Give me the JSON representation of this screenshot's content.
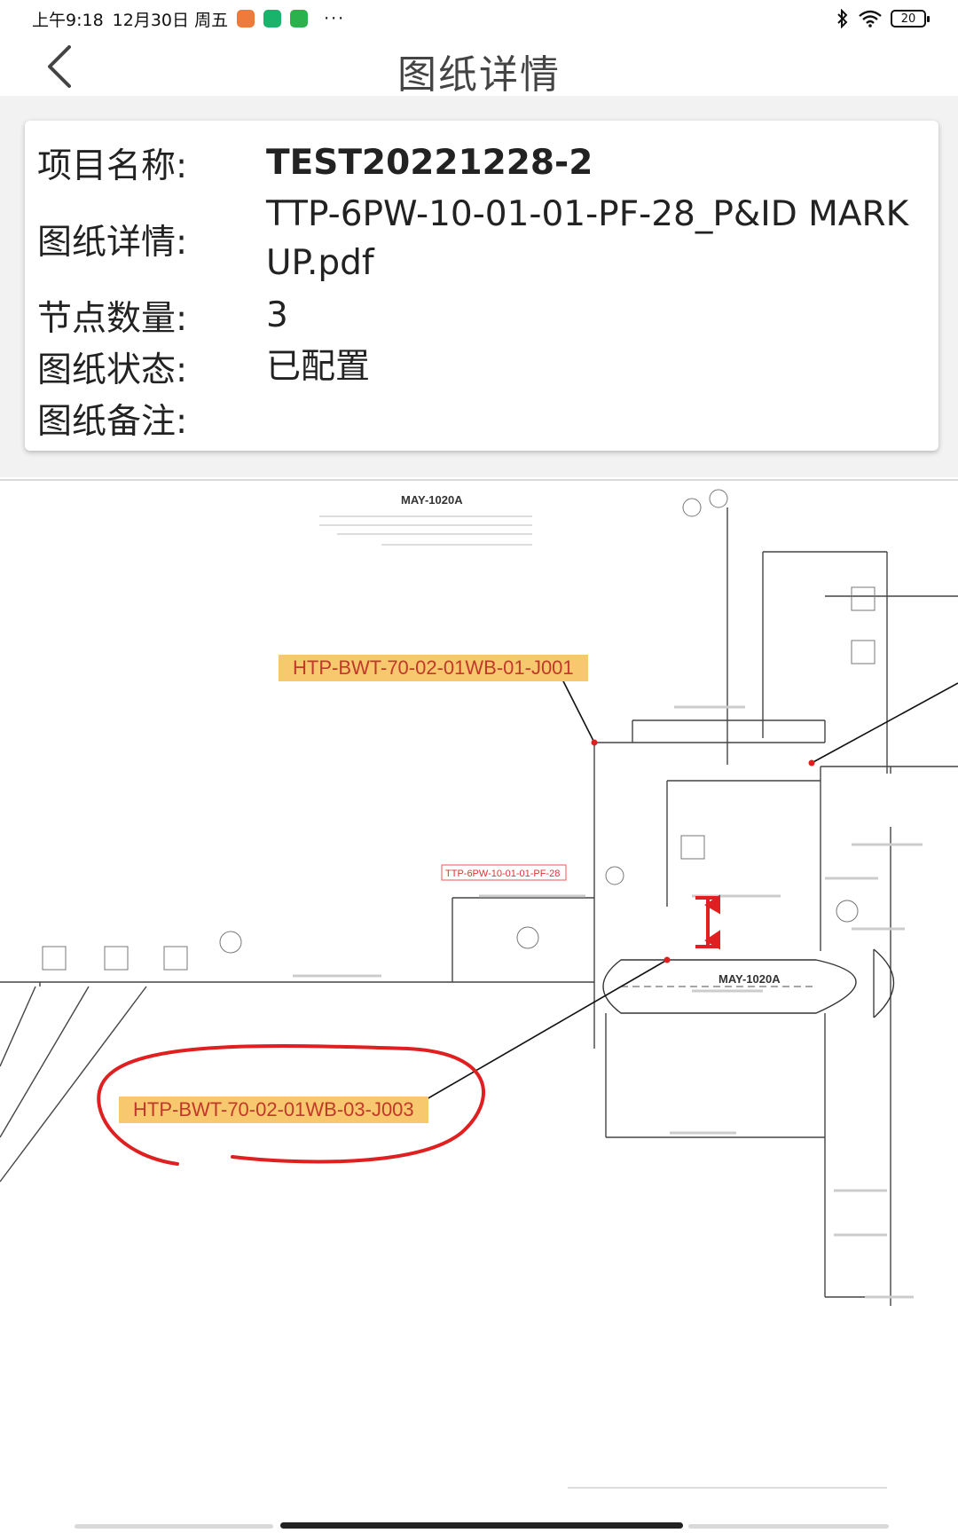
{
  "status_bar": {
    "time": "上午9:18",
    "date": "12月30日 周五",
    "more": "···",
    "battery": "20"
  },
  "header": {
    "title": "图纸详情"
  },
  "details": {
    "project_label": "项目名称:",
    "project_value": "TEST20221228-2",
    "drawing_label": "图纸详情:",
    "drawing_value": "TTP-6PW-10-01-01-PF-28_P&ID MARK UP.pdf",
    "node_count_label": "节点数量:",
    "node_count_value": "3",
    "status_label": "图纸状态:",
    "status_value": "已配置",
    "remark_label": "图纸备注:",
    "remark_value": ""
  },
  "drawing": {
    "equipment_top": "MAY-1020A",
    "equipment_vessel": "MAY-1020A",
    "drawing_ref": "TTP-6PW-10-01-01-PF-28",
    "nodes": [
      {
        "label": "HTP-BWT-70-02-01WB-01-J001"
      },
      {
        "label": "HTP-BWT-70-02-01WB-03-J003"
      }
    ]
  },
  "colors": {
    "node_bg": "#f7c86d",
    "node_text": "#c0392b",
    "markup_red": "#e02020"
  },
  "icons": {
    "back": "chevron-left-icon",
    "bluetooth": "bluetooth-icon",
    "wifi": "wifi-icon",
    "battery": "battery-icon"
  }
}
